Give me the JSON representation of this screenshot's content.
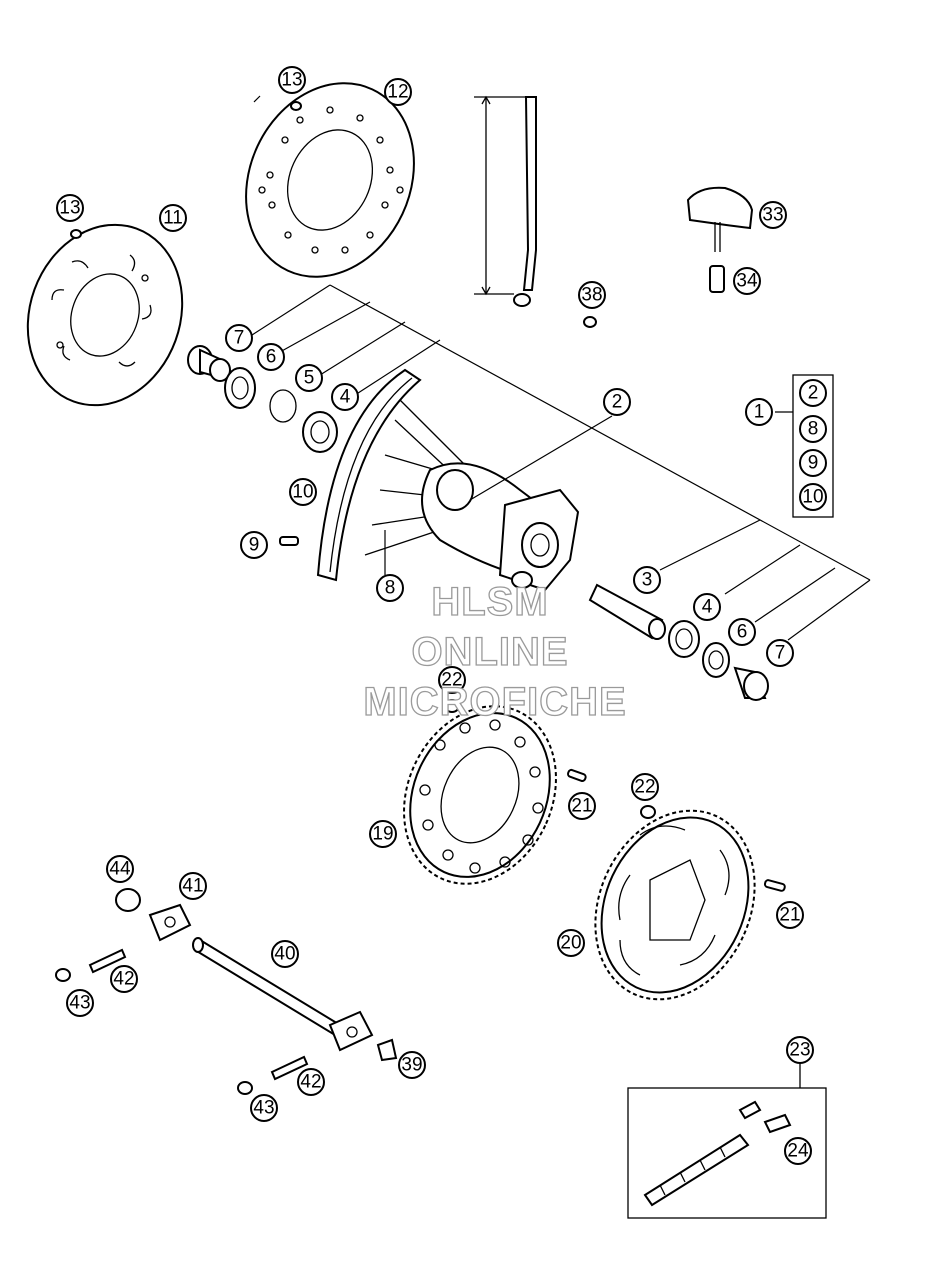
{
  "watermark": {
    "line1": "HLSM",
    "line2": "ONLINE",
    "line3": "MICROFICHE"
  },
  "callouts": {
    "c1": "1",
    "c2a": "2",
    "c2b": "2",
    "c3": "3",
    "c4a": "4",
    "c4b": "4",
    "c5": "5",
    "c6a": "6",
    "c6b": "6",
    "c7a": "7",
    "c7b": "7",
    "c8a": "8",
    "c8b": "8",
    "c9a": "9",
    "c9b": "9",
    "c10a": "10",
    "c10b": "10",
    "c11": "11",
    "c12": "12",
    "c13a": "13",
    "c13b": "13",
    "c19": "19",
    "c20": "20",
    "c21a": "21",
    "c21b": "21",
    "c22a": "22",
    "c22b": "22",
    "c23": "23",
    "c24": "24",
    "c33": "33",
    "c34": "34",
    "c38": "38",
    "c39": "39",
    "c40": "40",
    "c41": "41",
    "c42a": "42",
    "c42b": "42",
    "c43a": "43",
    "c43b": "43",
    "c44": "44"
  }
}
